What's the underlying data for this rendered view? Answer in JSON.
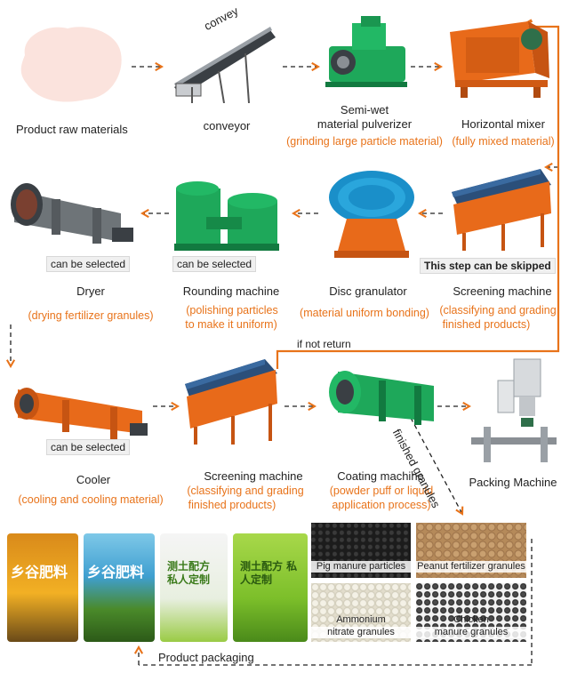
{
  "steps": {
    "raw": {
      "label": "Product raw materials"
    },
    "conveyor": {
      "label": "conveyor",
      "image_text": "convey"
    },
    "pulverizer": {
      "label_line1": "Semi-wet",
      "label_line2": "material pulverizer",
      "note": "(grinding large particle material)"
    },
    "mixer": {
      "label": "Horizontal mixer",
      "note": "(fully mixed material)"
    },
    "screening1": {
      "label": "Screening machine",
      "note_line1": "(classifying and grading",
      "note_line2": "finished products)",
      "badge": "This step can be skipped"
    },
    "disc": {
      "label": "Disc granulator",
      "note": "(material uniform bonding)"
    },
    "rounding": {
      "label": "Rounding machine",
      "note_line1": "(polishing particles",
      "note_line2": "to make it uniform)",
      "badge": "can be selected"
    },
    "dryer": {
      "label": "Dryer",
      "note": "(drying fertilizer granules)",
      "badge": "can be selected"
    },
    "cooler": {
      "label": "Cooler",
      "note": "(cooling and cooling material)",
      "badge": "can be selected"
    },
    "screening2": {
      "label": "Screening machine",
      "note_line1": "(classifying and grading",
      "note_line2": "finished products)"
    },
    "coating": {
      "label": "Coating machine",
      "note_line1": "(powder puff or liquid",
      "note_line2": "application process)"
    },
    "packing": {
      "label": "Packing Machine"
    }
  },
  "flow": {
    "if_not_return": "if not return",
    "finished_granules": "finished granules",
    "product_packaging": "Product packaging"
  },
  "bags": {
    "bag1": "乡谷肥料",
    "bag2": "乡谷肥料",
    "bag3": "测土配方 私人定制",
    "bag4": "测土配方 私人定制"
  },
  "granules": [
    {
      "line1": "Pig manure particles",
      "line2": ""
    },
    {
      "line1": "Peanut fertilizer granules",
      "line2": ""
    },
    {
      "line1": "Ammonium",
      "line2": "nitrate granules"
    },
    {
      "line1": "Chicken",
      "line2": "manure granules"
    }
  ],
  "colors": {
    "arrow_orange": "#e8731a",
    "note_orange": "#e8731a",
    "machine_green": "#1ea85a",
    "machine_orange": "#e86a1a",
    "machine_gray": "#6e7478"
  }
}
